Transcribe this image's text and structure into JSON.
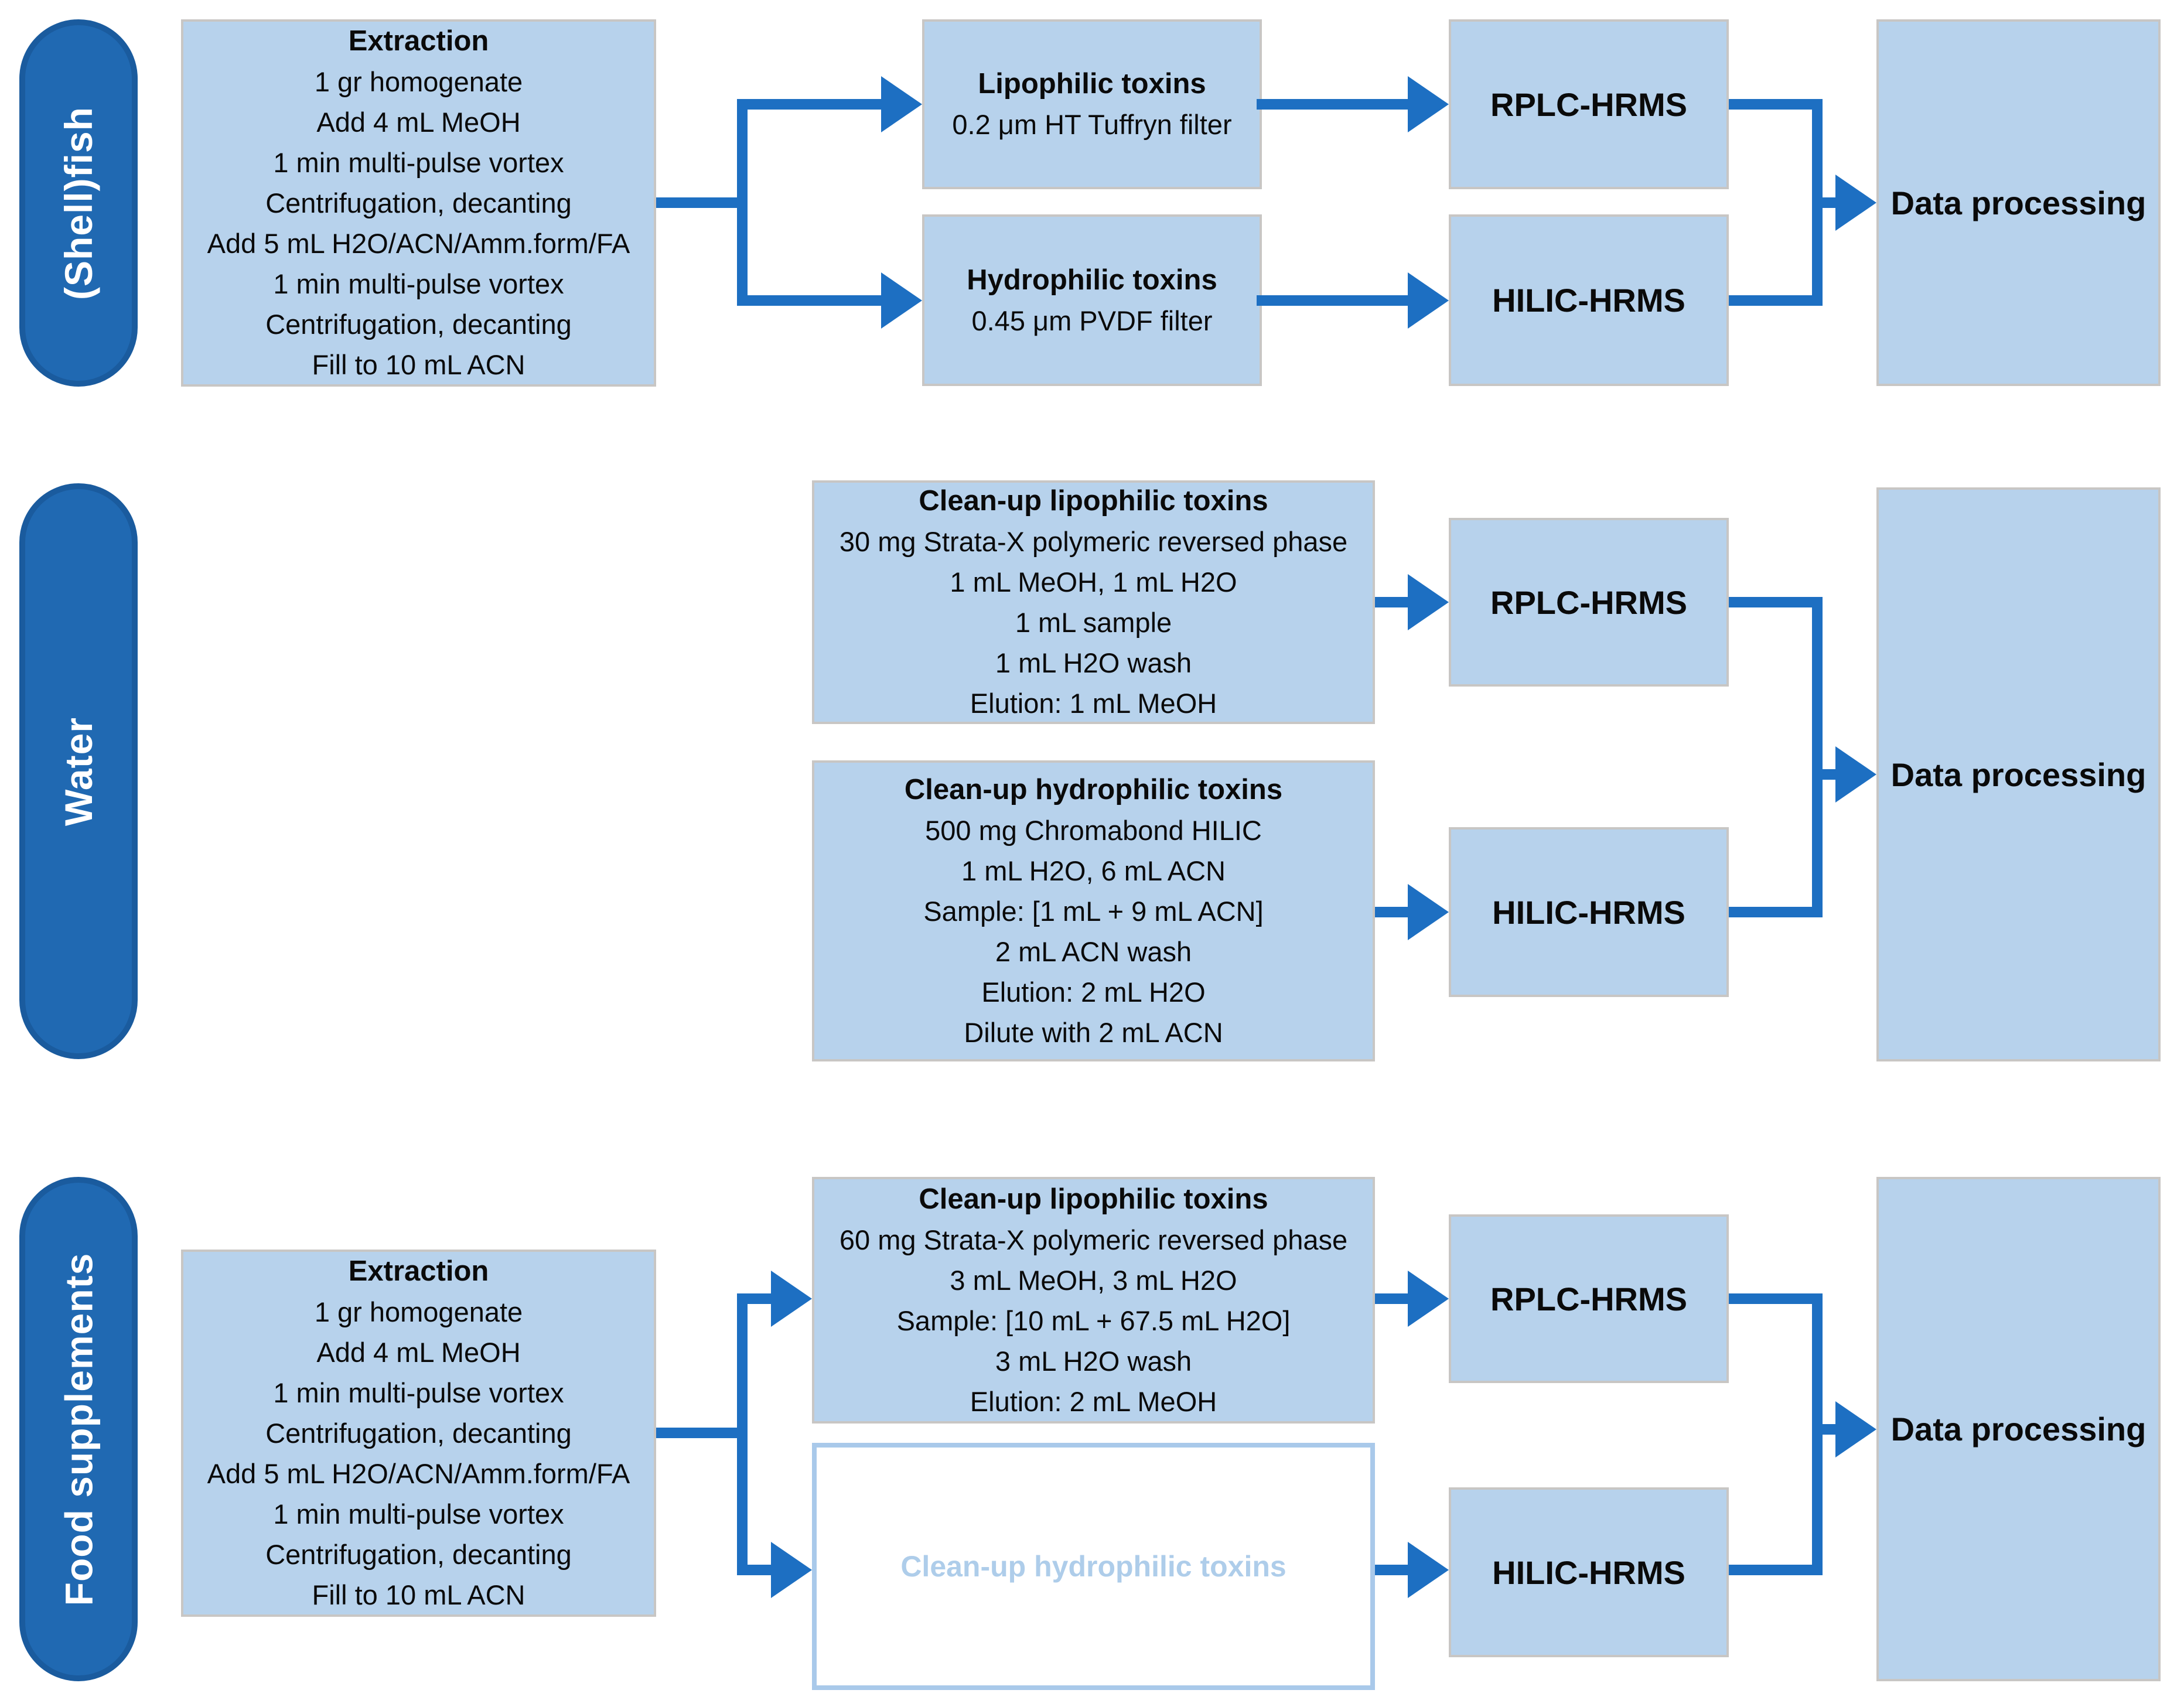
{
  "colors": {
    "box_fill": "#B7D2EC",
    "box_border": "#C8C6C4",
    "pill_fill": "#2069B2",
    "pill_border": "#1A5B9E",
    "arrow": "#1D6FC2",
    "empty_box_border": "#A9C9EA",
    "faded_text": "#AECDEA",
    "text": "#0A0A0A"
  },
  "sections": {
    "shellfish": {
      "label": "(Shell)fish",
      "extraction": {
        "title": "Extraction",
        "lines": [
          "1 gr homogenate",
          "Add 4 mL MeOH",
          "1 min multi-pulse vortex",
          "Centrifugation, decanting",
          "Add 5 mL H2O/ACN/Amm.form/FA",
          "1 min multi-pulse vortex",
          "Centrifugation, decanting",
          "Fill to 10 mL ACN"
        ]
      },
      "lipophilic": {
        "title": "Lipophilic toxins",
        "line": "0.2 μm HT Tuffryn filter"
      },
      "hydrophilic": {
        "title": "Hydrophilic toxins",
        "line": "0.45 μm PVDF filter"
      },
      "rplc": "RPLC-HRMS",
      "hilic": "HILIC-HRMS",
      "data_processing": "Data processing"
    },
    "water": {
      "label": "Water",
      "cleanup_lipophilic": {
        "title": "Clean-up lipophilic toxins",
        "lines": [
          "30 mg Strata-X polymeric reversed phase",
          "1 mL MeOH, 1 mL H2O",
          "1 mL sample",
          "1 mL H2O wash",
          "Elution: 1 mL MeOH"
        ]
      },
      "cleanup_hydrophilic": {
        "title": "Clean-up hydrophilic toxins",
        "lines": [
          "500 mg Chromabond HILIC",
          "1 mL H2O, 6 mL ACN",
          "Sample: [1 mL + 9 mL ACN]",
          "2 mL ACN wash",
          "Elution: 2 mL H2O",
          "Dilute with 2 mL ACN"
        ]
      },
      "rplc": "RPLC-HRMS",
      "hilic": "HILIC-HRMS",
      "data_processing": "Data processing"
    },
    "food_supplements": {
      "label": "Food supplements",
      "extraction": {
        "title": "Extraction",
        "lines": [
          "1 gr homogenate",
          "Add 4 mL MeOH",
          "1 min multi-pulse vortex",
          "Centrifugation, decanting",
          "Add 5 mL H2O/ACN/Amm.form/FA",
          "1 min multi-pulse vortex",
          "Centrifugation, decanting",
          "Fill to 10 mL ACN"
        ]
      },
      "cleanup_lipophilic": {
        "title": "Clean-up lipophilic toxins",
        "lines": [
          "60 mg Strata-X polymeric reversed phase",
          "3 mL MeOH, 3 mL H2O",
          "Sample: [10 mL + 67.5 mL H2O]",
          "3 mL H2O wash",
          "Elution: 2 mL MeOH"
        ]
      },
      "cleanup_hydrophilic_pending": {
        "title": "Clean-up hydrophilic toxins"
      },
      "rplc": "RPLC-HRMS",
      "hilic": "HILIC-HRMS",
      "data_processing": "Data processing"
    }
  }
}
